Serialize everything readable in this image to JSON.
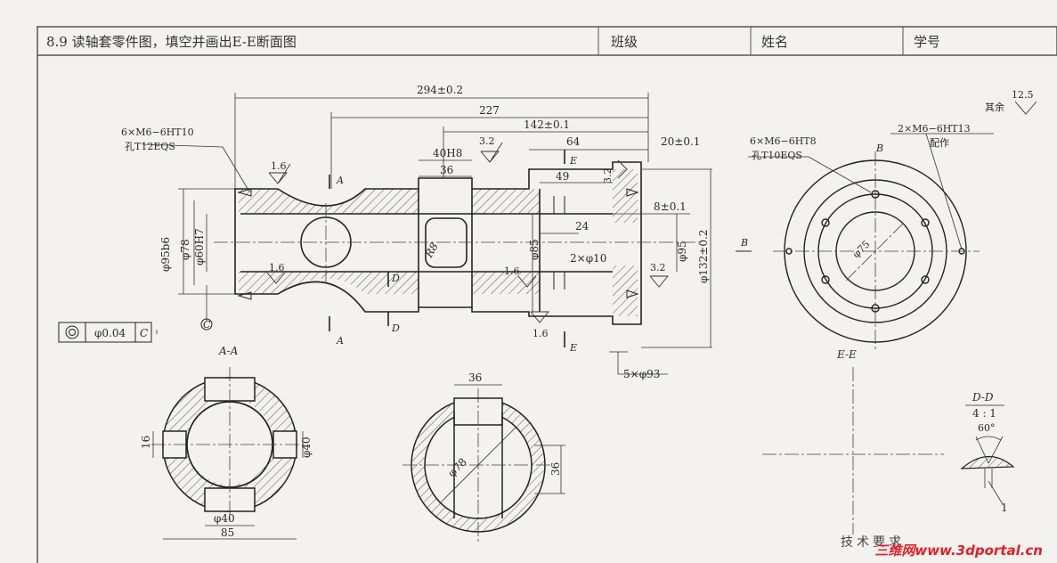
{
  "header": {
    "task": "8.9  读轴套零件图，填空并画出E-E断面图",
    "class_label": "班级",
    "name_label": "姓名",
    "id_label": "学号"
  },
  "dims": {
    "overall": "294±0.2",
    "d227": "227",
    "d142": "142±0.1",
    "d64": "64",
    "d20": "20±0.1",
    "d40h8": "40H8",
    "d36": "36",
    "d49": "49",
    "d24": "24",
    "d8": "8±0.1",
    "phi95b6": "φ95b6",
    "phi78": "φ78",
    "phi60h7": "φ60H7",
    "phi85": "φ85",
    "phi95": "φ95",
    "phi132": "φ132±0.2",
    "r8": "R8",
    "holes2x10": "2×φ10",
    "holes5x93": "5×φ93",
    "thread_left": "6×M6−6HT10",
    "thread_left_2": "孔T12EQS",
    "thread_ee": "6×M6−6HT8",
    "thread_ee_2": "孔T10EQS",
    "thread_ee_r": "2×M6−6HT13",
    "thread_ee_r2": "配作",
    "phi75": "φ75",
    "tol_val": "φ0.04",
    "tol_datum": "C",
    "datum_c": "C",
    "rough_16a": "1.6",
    "rough_16b": "1.6",
    "rough_16c": "1.6",
    "rough_16d": "1.6",
    "rough_32a": "3.2",
    "rough_32b": "3.2",
    "rough_32c": "3.2",
    "rough_rest": "12.5",
    "rough_rest_label": "其余",
    "sec_A": "A",
    "sec_A2": "A",
    "sec_D": "D",
    "sec_D2": "D",
    "sec_E": "E",
    "sec_E2": "E",
    "view_B": "B",
    "view_B2": "B",
    "aa_16": "16",
    "aa_40v": "φ40",
    "aa_40h": "φ40",
    "aa_85": "85",
    "s2_36top": "36",
    "s2_36right": "36",
    "s2_78": "φ78",
    "dd_60": "60°",
    "dd_1": "1"
  },
  "labels": {
    "aa": "A-A",
    "ee": "E-E",
    "dd_title": "D-D",
    "dd_scale": "4 : 1",
    "tech": "技术要求"
  },
  "watermark": "三维网www.3dportal.cn"
}
